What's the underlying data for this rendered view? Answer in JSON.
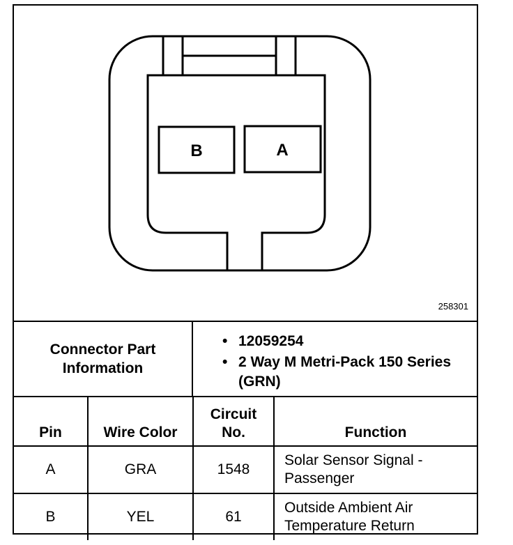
{
  "figure_id": "258301",
  "connector": {
    "pin_labels": [
      "B",
      "A"
    ]
  },
  "info": {
    "label": "Connector Part Information",
    "items": [
      "12059254",
      "2 Way M Metri-Pack 150 Series (GRN)"
    ],
    "bullet": "•"
  },
  "table": {
    "headers": {
      "pin": "Pin",
      "wire_color": "Wire Color",
      "circuit": "Circuit No.",
      "function": "Function"
    },
    "rows": [
      {
        "pin": "A",
        "wire_color": "GRA",
        "circuit": "1548",
        "function": "Solar Sensor Signal -\nPassenger"
      },
      {
        "pin": "B",
        "wire_color": "YEL",
        "circuit": "61",
        "function": "Outside Ambient Air\nTemperature Return"
      }
    ]
  }
}
